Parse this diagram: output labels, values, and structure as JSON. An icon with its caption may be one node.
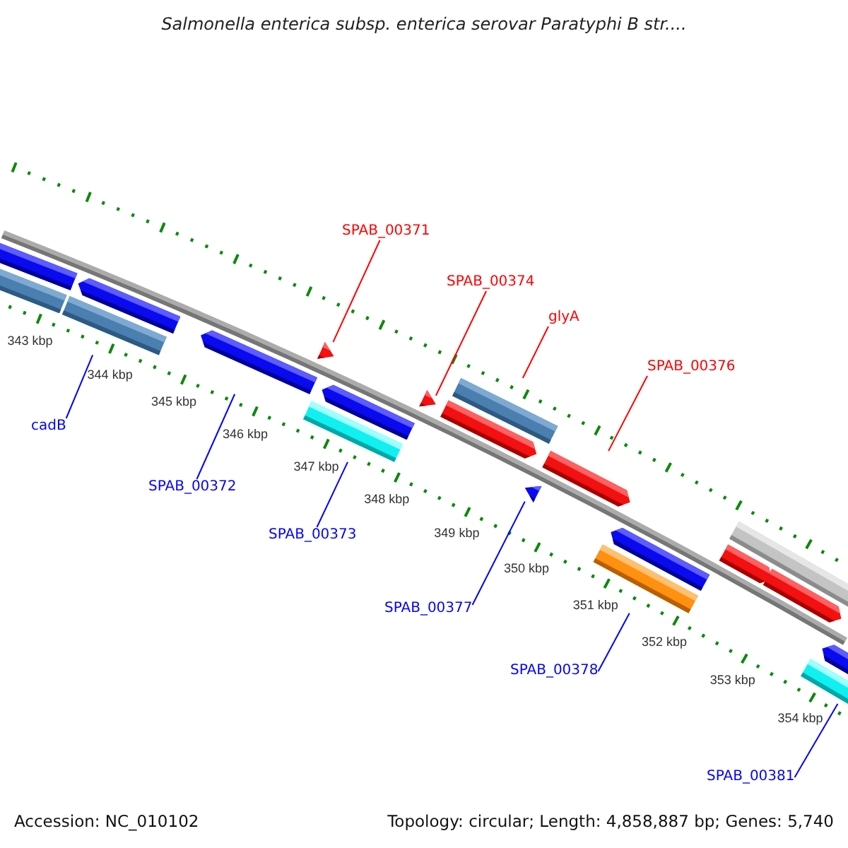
{
  "diagram": {
    "title": "Salmonella enterica subsp. enterica serovar Paratyphi B str....",
    "nodes": [
      {
        "text": [
          "SPAB_00371"
        ]
      },
      {
        "text": [
          "SPAB_00374"
        ]
      },
      {
        "text": [
          "glyA"
        ]
      },
      {
        "text": [
          "SPAB_00376"
        ]
      },
      {
        "text": [
          "cadB"
        ]
      },
      {
        "text": [
          "SPAB_00372"
        ]
      },
      {
        "text": [
          "SPAB_00373"
        ]
      },
      {
        "text": [
          "SPAB_00377"
        ]
      },
      {
        "text": [
          "SPAB_00378"
        ]
      },
      {
        "text": [
          "SPAB_00381"
        ]
      },
      {
        "text": [],
        "shape": "arrow"
      },
      {
        "text": [],
        "shape": "bar"
      },
      {
        "text": [],
        "shape": "bar"
      },
      {
        "text": [],
        "shape": "arrow"
      },
      {
        "text": [],
        "shape": "arrow"
      },
      {
        "text": [],
        "shape": "triangle"
      },
      {
        "text": [],
        "shape": "bar"
      },
      {
        "text": [],
        "shape": "arrow"
      },
      {
        "text": [],
        "shape": "triangle"
      },
      {
        "text": [],
        "shape": "arrow"
      },
      {
        "text": [],
        "shape": "bar"
      },
      {
        "text": [],
        "shape": "triangle"
      },
      {
        "text": [],
        "shape": "arrow"
      },
      {
        "text": [],
        "shape": "bar"
      },
      {
        "text": [],
        "shape": "arrow"
      },
      {
        "text": [],
        "shape": "bar"
      },
      {
        "text": [],
        "shape": "arrow"
      },
      {
        "text": [],
        "shape": "arrow"
      },
      {
        "text": [],
        "shape": "bar"
      },
      {
        "text": [],
        "shape": "arrow"
      }
    ],
    "edges": [
      {
        "from": 0,
        "to": 15,
        "arrow": "none",
        "color": "#ff0000"
      },
      {
        "from": 1,
        "to": 18,
        "arrow": "none",
        "color": "#ff0000"
      },
      {
        "from": 2,
        "to": 20,
        "arrow": "none",
        "color": "#ff0000"
      },
      {
        "from": 3,
        "to": 22,
        "arrow": "none",
        "color": "#ff0000"
      },
      {
        "from": 4,
        "to": 12,
        "arrow": "none"
      },
      {
        "from": 5,
        "to": 14,
        "arrow": "none"
      },
      {
        "from": 6,
        "to": 16,
        "arrow": "none"
      },
      {
        "from": 7,
        "to": 21,
        "arrow": "none"
      },
      {
        "from": 8,
        "to": 23,
        "arrow": "none"
      },
      {
        "from": 9,
        "to": 28,
        "arrow": "none"
      }
    ],
    "labels": [
      "343 kbp",
      "344 kbp",
      "345 kbp",
      "346 kbp",
      "347 kbp",
      "348 kbp",
      "349 kbp",
      "350 kbp",
      "351 kbp",
      "352 kbp",
      "353 kbp",
      "354 kbp",
      "Accession: NC_010102",
      "Topology: circular; Length: 4,858,887 bp; Genes: 5,740"
    ]
  }
}
